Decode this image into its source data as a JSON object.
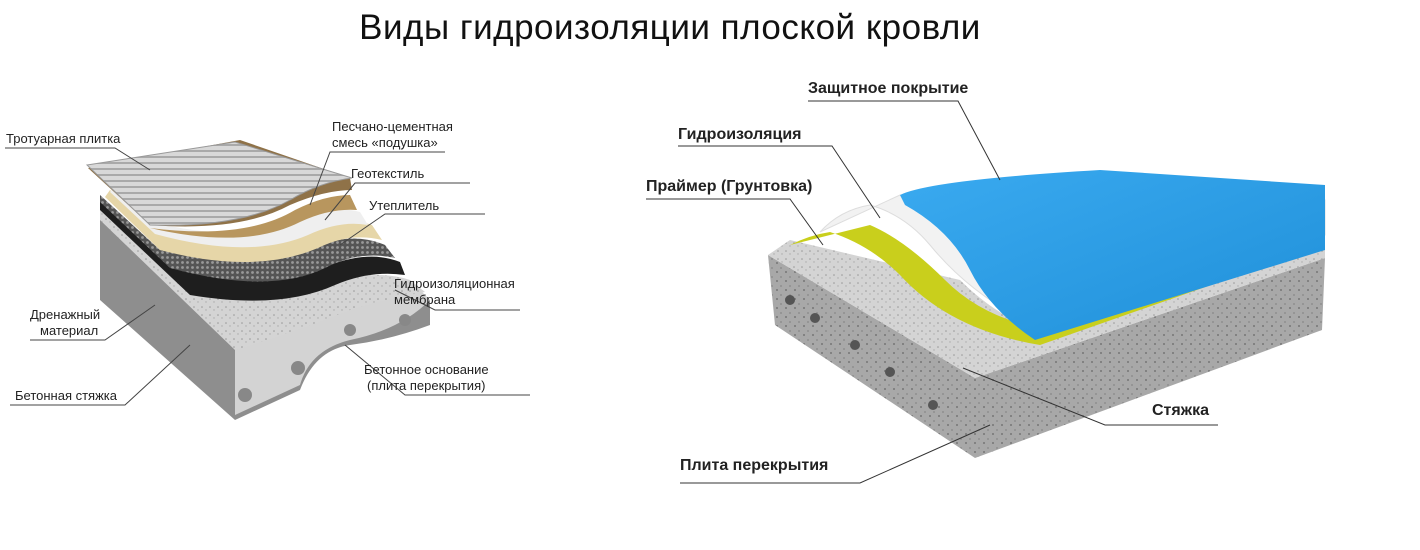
{
  "title": "Виды гидроизоляции плоской кровли",
  "left_diagram": {
    "labels": {
      "tile": "Тротуарная плитка",
      "sand_cement_1": "Песчано-цементная",
      "sand_cement_2": "смесь «подушка»",
      "geotextile": "Геотекстиль",
      "insulation": "Утеплитель",
      "membrane_1": "Гидроизоляционная",
      "membrane_2": "мембрана",
      "drainage_1": "Дренажный",
      "drainage_2": "материал",
      "screed": "Бетонная стяжка",
      "base_1": "Бетонное основание",
      "base_2": "(плита перекрытия)"
    }
  },
  "right_diagram": {
    "labels": {
      "protective": "Защитное покрытие",
      "waterproofing": "Гидроизоляция",
      "primer": "Праймер (Грунтовка)",
      "screed": "Стяжка",
      "slab": "Плита перекрытия"
    }
  },
  "colors": {
    "blue_coating": "#2a9be0",
    "primer": "#c9cf1c",
    "concrete": "#9a9a9a"
  }
}
